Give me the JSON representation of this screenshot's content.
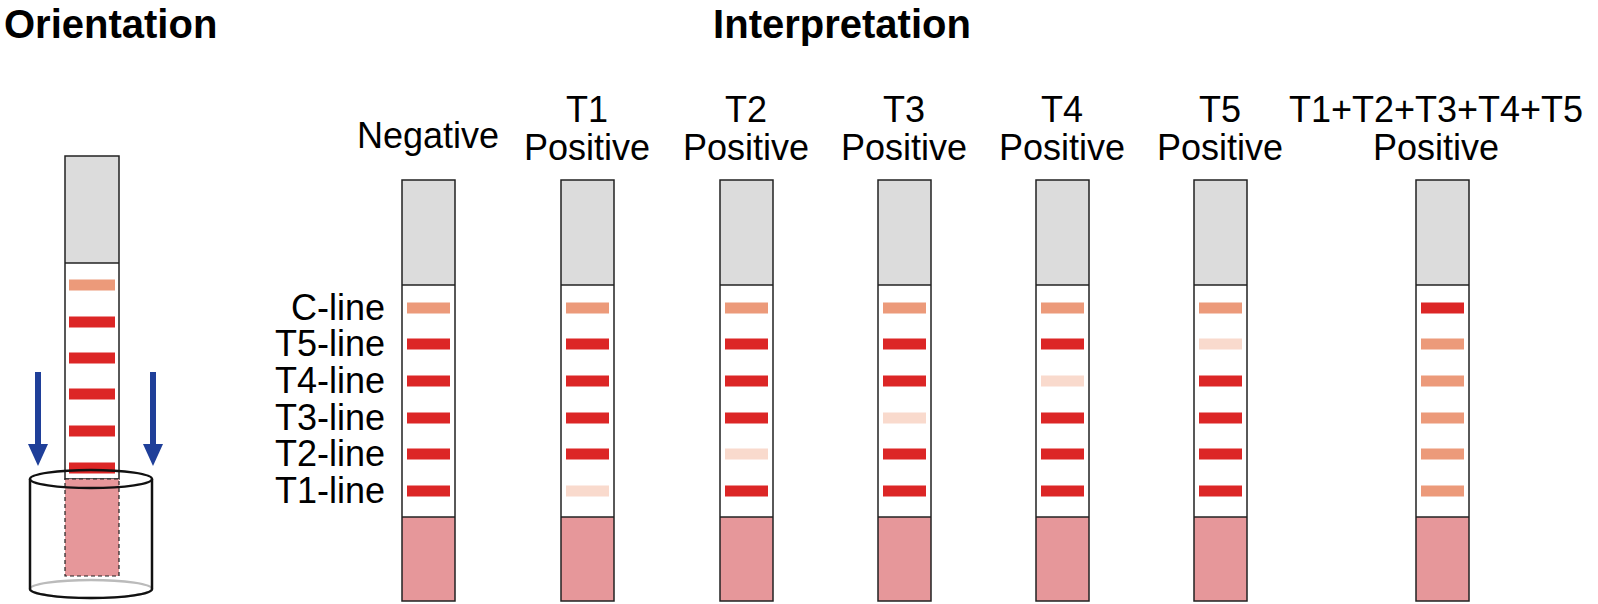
{
  "diagram": {
    "labels": [
      "Orientation",
      "Interpretation",
      "Negative",
      "T1 Positive",
      "T2 Positive",
      "T3 Positive",
      "T4 Positive",
      "T5 Positive",
      "T1+T2+T3+T4+T5 Positive",
      "C-line",
      "T5-line",
      "T4-line",
      "T3-line",
      "T2-line",
      "T1-line"
    ]
  }
}
